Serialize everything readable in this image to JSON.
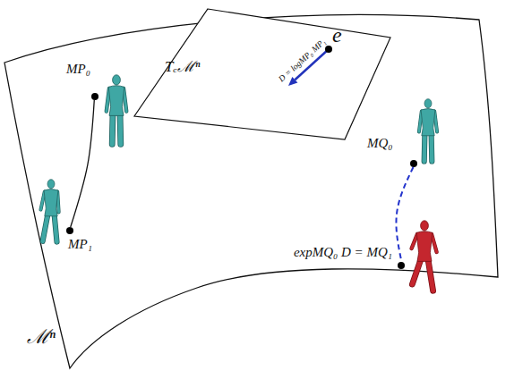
{
  "diagram": {
    "nodes": [
      {
        "text": [
          "ℳⁿ"
        ]
      },
      {
        "text": [
          "Tₑℳⁿ"
        ],
        "in": 0
      },
      {
        "text": [
          "e"
        ],
        "in": 1
      },
      {
        "text": [
          "MP₀"
        ],
        "in": 0
      },
      {
        "text": [
          "MP₁"
        ],
        "in": 0
      },
      {
        "text": [
          "MQ₀"
        ],
        "in": 0
      },
      {
        "text": [
          "expMQ₀ D = MQ₁"
        ],
        "in": 0
      }
    ],
    "edges": [
      {
        "from": 3,
        "to": 4,
        "arrow": "none"
      },
      {
        "from": 5,
        "to": 6,
        "arrow": "none"
      }
    ],
    "labels": [
      "D = logMP₀ MP₁"
    ]
  }
}
